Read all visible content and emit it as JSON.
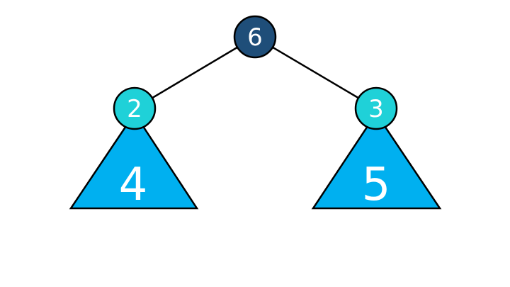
{
  "root": {
    "label": "6",
    "fill": "#1f4e79"
  },
  "left_child": {
    "label": "2",
    "fill": "#1fd1d8"
  },
  "right_child": {
    "label": "3",
    "fill": "#1fd1d8"
  },
  "left_subtree": {
    "label": "4",
    "fill": "#00b0f0"
  },
  "right_subtree": {
    "label": "5",
    "fill": "#00b0f0"
  },
  "edge_color": "#000000"
}
